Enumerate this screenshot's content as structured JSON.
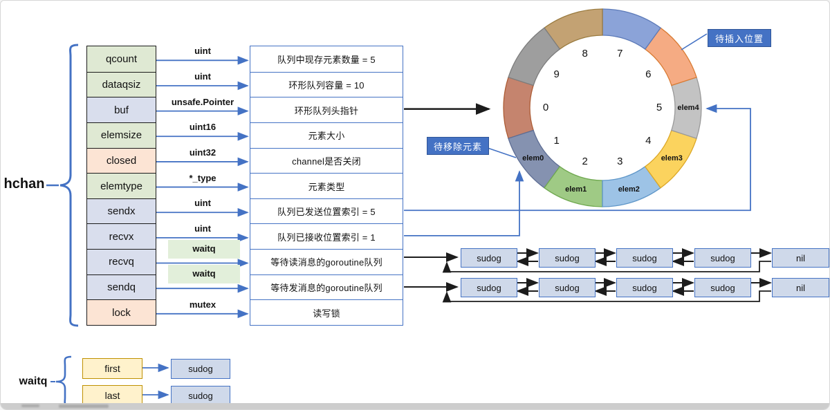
{
  "hchan_label": "hchan",
  "colors": {
    "accent_blue": "#4472c4",
    "dark_blue": "#2f5597",
    "arrow_black": "#1c1c1c",
    "field_green": "#dfe9d3",
    "field_blue": "#d9deed",
    "field_peach": "#fce4d4",
    "waitq_highlight": "#e2efda",
    "sudog_fill": "#cfd9ea",
    "cream_fill": "#fff2cc",
    "cream_border": "#bf9000"
  },
  "struct": {
    "fields": [
      {
        "name": "qcount",
        "type": "uint",
        "desc": "队列中现存元素数量 = 5",
        "tone": "green",
        "highlight": false
      },
      {
        "name": "dataqsiz",
        "type": "uint",
        "desc": "环形队列容量 = 10",
        "tone": "green",
        "highlight": false
      },
      {
        "name": "buf",
        "type": "unsafe.Pointer",
        "desc": "环形队列头指针",
        "tone": "blue",
        "highlight": false
      },
      {
        "name": "elemsize",
        "type": "uint16",
        "desc": "元素大小",
        "tone": "green",
        "highlight": false
      },
      {
        "name": "closed",
        "type": "uint32",
        "desc": "channel是否关闭",
        "tone": "peach",
        "highlight": false
      },
      {
        "name": "elemtype",
        "type": "*_type",
        "desc": "元素类型",
        "tone": "green",
        "highlight": false
      },
      {
        "name": "sendx",
        "type": "uint",
        "desc": "队列已发送位置索引 = 5",
        "tone": "blue",
        "highlight": false
      },
      {
        "name": "recvx",
        "type": "uint",
        "desc": "队列已接收位置索引 = 1",
        "tone": "blue",
        "highlight": false
      },
      {
        "name": "recvq",
        "type": "waitq",
        "desc": "等待读消息的goroutine队列",
        "tone": "blue",
        "highlight": true
      },
      {
        "name": "sendq",
        "type": "waitq",
        "desc": "等待发消息的goroutine队列",
        "tone": "blue",
        "highlight": true
      },
      {
        "name": "lock",
        "type": "mutex",
        "desc": "读写锁",
        "tone": "peach",
        "highlight": false
      }
    ]
  },
  "ring": {
    "insert_label": "待插入位置",
    "remove_label": "待移除元素",
    "positions": [
      {
        "number": "0",
        "elem": null,
        "fill": "#c5846e",
        "stroke": "#ad5d36"
      },
      {
        "number": "1",
        "elem": "elem0",
        "fill": "#8592b0",
        "stroke": "#5d6d94"
      },
      {
        "number": "2",
        "elem": "elem1",
        "fill": "#9fca85",
        "stroke": "#6fa84f"
      },
      {
        "number": "3",
        "elem": "elem2",
        "fill": "#9dc3e6",
        "stroke": "#5e96c8"
      },
      {
        "number": "4",
        "elem": "elem3",
        "fill": "#fbd35e",
        "stroke": "#dca726"
      },
      {
        "number": "5",
        "elem": "elem4",
        "fill": "#c3c3c3",
        "stroke": "#999999"
      },
      {
        "number": "6",
        "elem": null,
        "fill": "#f5ab83",
        "stroke": "#d97b33"
      },
      {
        "number": "7",
        "elem": null,
        "fill": "#8ba3d8",
        "stroke": "#5c7ab8"
      },
      {
        "number": "8",
        "elem": null,
        "fill": "#c3a273",
        "stroke": "#9a7b3f"
      },
      {
        "number": "9",
        "elem": null,
        "fill": "#9e9e9e",
        "stroke": "#7d7d7d"
      }
    ]
  },
  "goroutine_lists": [
    {
      "nodes": [
        "sudog",
        "sudog",
        "sudog",
        "sudog"
      ],
      "tail": "nil"
    },
    {
      "nodes": [
        "sudog",
        "sudog",
        "sudog",
        "sudog"
      ],
      "tail": "nil"
    }
  ],
  "waitq": {
    "label": "waitq",
    "entries": [
      {
        "field": "first",
        "target": "sudog"
      },
      {
        "field": "last",
        "target": "sudog"
      }
    ]
  }
}
